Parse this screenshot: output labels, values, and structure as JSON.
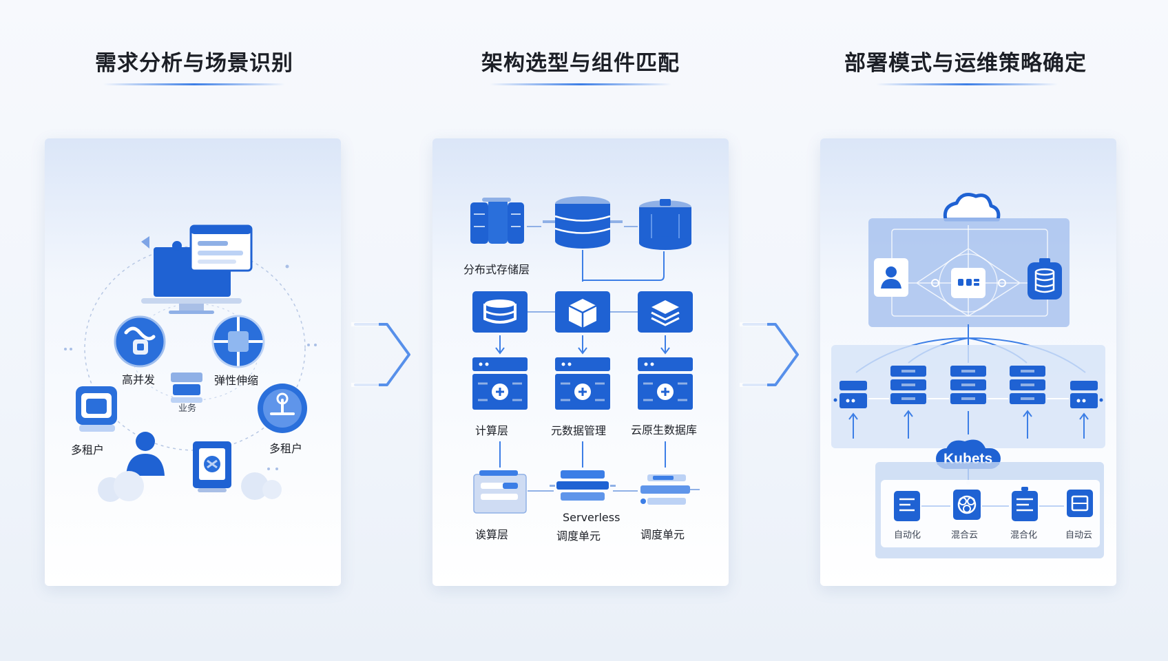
{
  "steps": [
    {
      "title": "需求分析与场景识别"
    },
    {
      "title": "架构选型与组件匹配"
    },
    {
      "title": "部署模式与运维策略确定"
    }
  ],
  "panel1": {
    "labels": {
      "high_concurrency": "高并发",
      "elastic_scaling": "弹性伸缩",
      "business": "业务",
      "multi_tenant_left": "多租户",
      "multi_tenant_right": "多租户"
    }
  },
  "panel2": {
    "labels": {
      "distributed_storage": "分布式存储层",
      "compute_layer": "计算层",
      "metadata_mgmt": "元数据管理",
      "cloud_native_db": "云原生数据库",
      "compute_layer_2": "诶算层",
      "serverless": "Serverless",
      "scheduling_unit_mid": "调度单元",
      "scheduling_unit_right": "调度单元"
    }
  },
  "panel3": {
    "kube_label": "Kubets",
    "labels": {
      "automation": "自动化",
      "hybrid_cloud": "混合云",
      "hybridization": "混合化",
      "auto_cloud": "自动云"
    }
  },
  "colors": {
    "primary": "#1f62d3",
    "accent": "#3c7ee6",
    "light": "#bcd2f5",
    "panel_tint": "#dbe6f8"
  }
}
